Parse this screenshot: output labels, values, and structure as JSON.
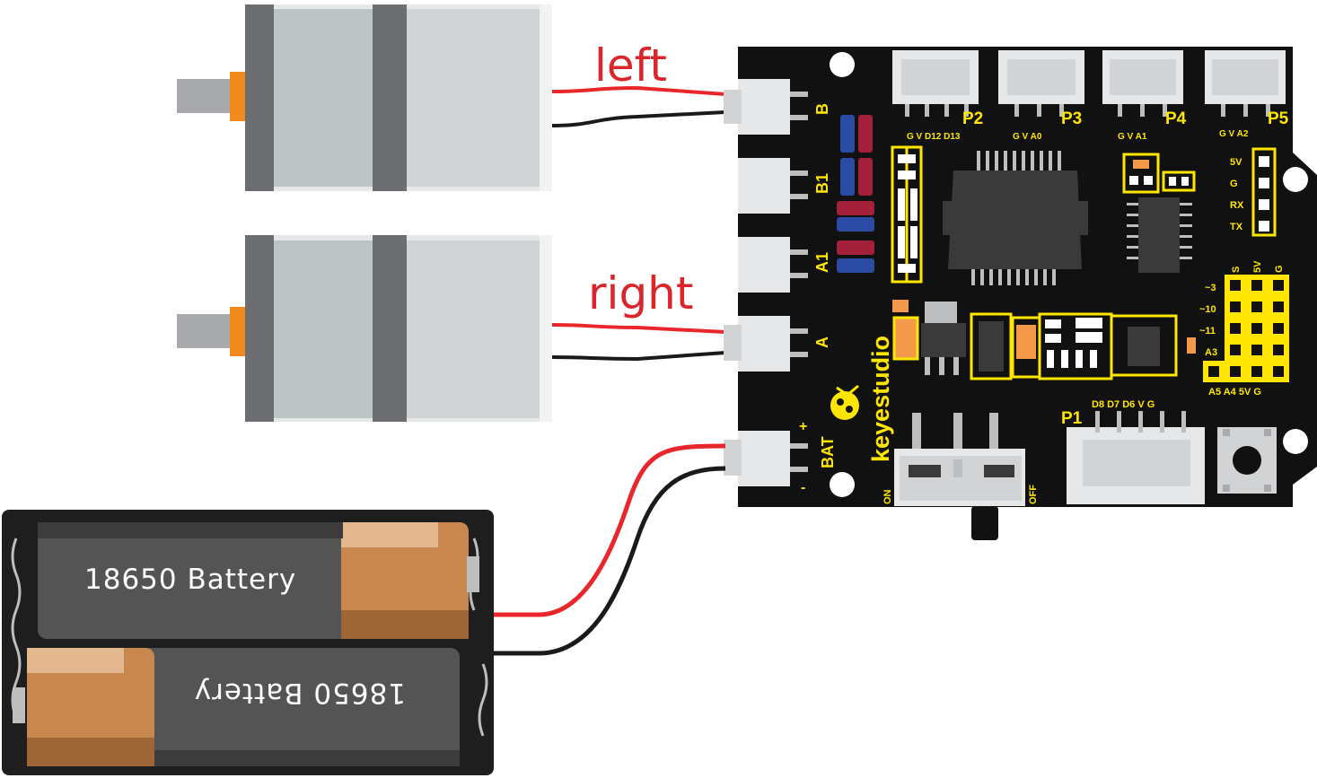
{
  "motors": {
    "left_label": "left",
    "right_label": "right"
  },
  "board": {
    "brand": "keyestudio",
    "motor_ports": [
      "B",
      "B1",
      "A1",
      "A"
    ],
    "battery_port": "BAT",
    "plus_sign": "+",
    "minus_sign": "-",
    "headers": [
      {
        "name": "P2",
        "pins": "G  V  D12  D13"
      },
      {
        "name": "P3",
        "pins": "G  V  A0"
      },
      {
        "name": "P4",
        "pins": "G  V  A1"
      },
      {
        "name": "P5",
        "pins": "G  V  A2"
      }
    ],
    "serial_pins": [
      "5V",
      "G",
      "RX",
      "TX"
    ],
    "grid_top": [
      "S",
      "5V",
      "G"
    ],
    "grid_left": [
      "~3",
      "~10",
      "~11",
      "A3"
    ],
    "grid_bottom": "A5  A4  5V  G",
    "p1": {
      "name": "P1",
      "pins": "D8  D7  D6  V  G"
    },
    "switch_on": "ON",
    "switch_off": "OFF"
  },
  "battery": {
    "top_label": "18650  Battery",
    "bottom_label": "18650  Battery"
  },
  "colors": {
    "wire_red": "#e8262b",
    "wire_black": "#1a1a1a",
    "pcb": "#111111",
    "silk": "#ffe600",
    "label_red": "#d9262b",
    "motor_body": "#cfd3d3",
    "motor_shaft_collar": "#f08a1e",
    "battery_cap": "#c8874e"
  }
}
